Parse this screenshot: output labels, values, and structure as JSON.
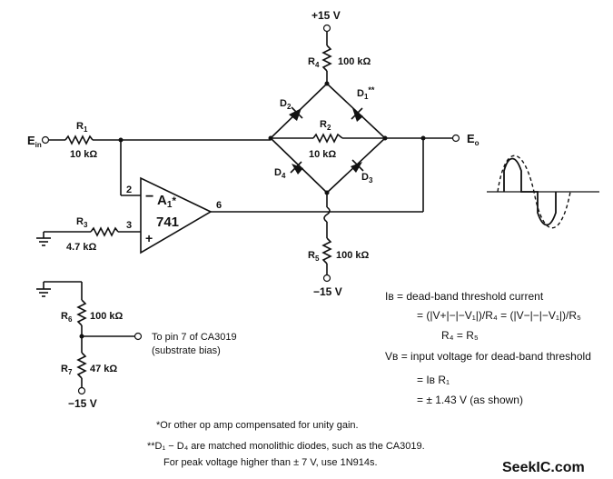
{
  "supplies": {
    "pos": "+15 V",
    "neg_r5": "−15 V",
    "neg_r7": "−15 V"
  },
  "input": {
    "label_main": "E",
    "label_sub": "in"
  },
  "output": {
    "label_main": "E",
    "label_sub": "o"
  },
  "opamp": {
    "name_main": "A",
    "name_sub": "1",
    "name_star": "*",
    "model": "741",
    "pin_inv": "2",
    "pin_noninv": "3",
    "pin_out": "6",
    "sign_inv": "−",
    "sign_noninv": "+"
  },
  "resistors": {
    "r1": {
      "name_main": "R",
      "name_sub": "1",
      "value": "10 kΩ"
    },
    "r2": {
      "name_main": "R",
      "name_sub": "2",
      "value": "10 kΩ"
    },
    "r3": {
      "name_main": "R",
      "name_sub": "3",
      "value": "4.7 kΩ"
    },
    "r4": {
      "name_main": "R",
      "name_sub": "4",
      "value": "100 kΩ"
    },
    "r5": {
      "name_main": "R",
      "name_sub": "5",
      "value": "100 kΩ"
    },
    "r6": {
      "name_main": "R",
      "name_sub": "6",
      "value": "100 kΩ"
    },
    "r7": {
      "name_main": "R",
      "name_sub": "7",
      "value": "47 kΩ"
    }
  },
  "diodes": {
    "d1": {
      "name_main": "D",
      "name_sub": "1",
      "name_star": "**"
    },
    "d2": {
      "name_main": "D",
      "name_sub": "2"
    },
    "d3": {
      "name_main": "D",
      "name_sub": "3"
    },
    "d4": {
      "name_main": "D",
      "name_sub": "4"
    }
  },
  "substrate": {
    "line1": "To pin 7 of CA3019",
    "line2": "(substrate bias)"
  },
  "equations": {
    "ib_def": "Iʙ = dead-band threshold current",
    "ib_eq": "= (|V+|−|−V₁|)/R₄ = (|V−|−|−V₁|)/R₅",
    "r4r5": "R₄ = R₅",
    "vb_def": "Vʙ = input voltage for dead-band threshold",
    "vb_eq": "= Iʙ R₁",
    "vb_val": "= ± 1.43 V (as shown)"
  },
  "notes": {
    "n1": "*Or other op amp compensated for unity gain.",
    "n2": "**D₁ − D₄ are matched monolithic diodes, such as the CA3019.",
    "n3": "For peak voltage higher than ± 7 V, use 1N914s."
  },
  "watermark": "SeekIC.com",
  "colors": {
    "ink": "#111111",
    "watermark": "#444444"
  }
}
